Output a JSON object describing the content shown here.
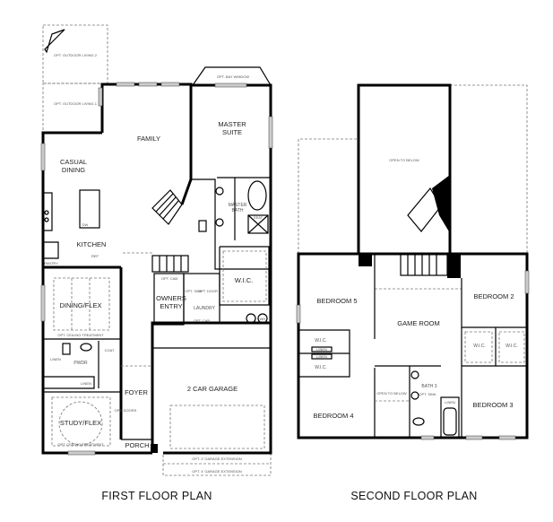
{
  "first_floor": {
    "title": "FIRST FLOOR PLAN",
    "rooms": {
      "opt_outdoor_living_2": "OPT. OUTDOOR LIVING 2",
      "opt_outdoor_living_1": "OPT. OUTDOOR LIVING 1",
      "opt_bay_window": "OPT. BAY WINDOW",
      "family": "FAMILY",
      "master_suite_1": "MASTER",
      "master_suite_2": "SUITE",
      "casual_dining_1": "CASUAL",
      "casual_dining_2": "DINING",
      "master_bath_1": "MASTER",
      "master_bath_2": "BATH",
      "seat": "SEAT",
      "dw": "DW",
      "kitchen": "KITCHEN",
      "ref": "REF",
      "pantry": "PANTRY",
      "wic": "W.I.C.",
      "dining_flex": "DINING/FLEX",
      "opt_ceiling_treatment_1": "OPT. CEILING TREATMENT",
      "owners_entry_1": "OWNERS",
      "owners_entry_2": "ENTRY",
      "opt_cab": "OPT. CAB",
      "opt_sink": "OPT. SINK",
      "opt_door": "OPT. DOOR",
      "laundry": "LAUNDRY",
      "opt_cab_2": "OPT. CAB",
      "wh": "WH",
      "coat": "COAT",
      "pwdr": "PWDR",
      "linen_1": "LINEN",
      "linen_2": "LINEN",
      "foyer": "FOYER",
      "opt_doors": "OPT. DOORS",
      "garage": "2 CAR GARAGE",
      "study_flex": "STUDY/FLEX",
      "opt_ceiling_treatment_2": "OPT. CEILING TREATMENT",
      "porch": "PORCH",
      "opt_2_garage_ext": "OPT. 2' GARAGE EXTENSION",
      "opt_4_garage_ext": "OPT. 4' GARAGE EXTENSION"
    }
  },
  "second_floor": {
    "title": "SECOND FLOOR PLAN",
    "rooms": {
      "open_to_below_1": "OPEN TO BELOW",
      "bedroom_5": "BEDROOM 5",
      "game_room": "GAME ROOM",
      "bedroom_2": "BEDROOM 2",
      "wic_1": "W.I.C.",
      "wic_2": "W.I.C.",
      "wic_3": "W.I.C.",
      "wic_4": "W.I.C.",
      "linen_1": "LINEN",
      "linen_2": "LINEN",
      "linen_3": "LINEN",
      "open_to_below_2": "OPEN TO BELOW",
      "bath_3": "BATH 3",
      "opt_sink": "OPT. SINK",
      "bedroom_4": "BEDROOM 4",
      "bedroom_3": "BEDROOM 3"
    }
  }
}
